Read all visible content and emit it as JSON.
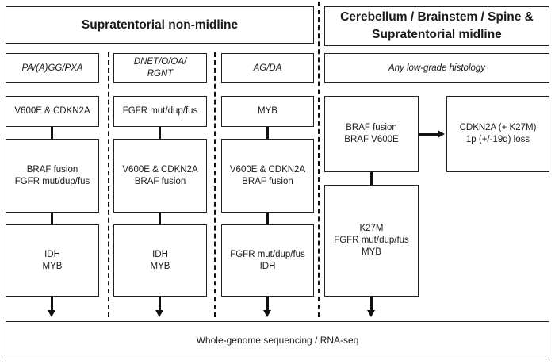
{
  "headers": {
    "left": "Supratentorial non-midline",
    "right_line1": "Cerebellum / Brainstem / Spine &",
    "right_line2": "Supratentorial midline"
  },
  "histology": {
    "col1": "PA/(A)GG/PXA",
    "col2_line1": "DNET/O/OA/",
    "col2_line2": "RGNT",
    "col3": "AG/DA",
    "col4": "Any low-grade histology"
  },
  "col1": {
    "row1": "V600E & CDKN2A",
    "row2": [
      "BRAF fusion",
      "FGFR mut/dup/fus"
    ],
    "row3": [
      "IDH",
      "MYB"
    ]
  },
  "col2": {
    "row1": "FGFR mut/dup/fus",
    "row2": [
      "V600E & CDKN2A",
      "BRAF fusion"
    ],
    "row3": [
      "IDH",
      "MYB"
    ]
  },
  "col3": {
    "row1": "MYB",
    "row2": [
      "V600E & CDKN2A",
      "BRAF fusion"
    ],
    "row3": [
      "FGFR mut/dup/fus",
      "IDH"
    ]
  },
  "col4": {
    "row1": [
      "BRAF fusion",
      "BRAF V600E"
    ],
    "row2": [
      "K27M",
      "FGFR mut/dup/fus",
      "MYB"
    ]
  },
  "side": [
    "CDKN2A (+ K27M)",
    "1p (+/-19q) loss"
  ],
  "bottom": "Whole-genome sequencing / RNA-seq"
}
